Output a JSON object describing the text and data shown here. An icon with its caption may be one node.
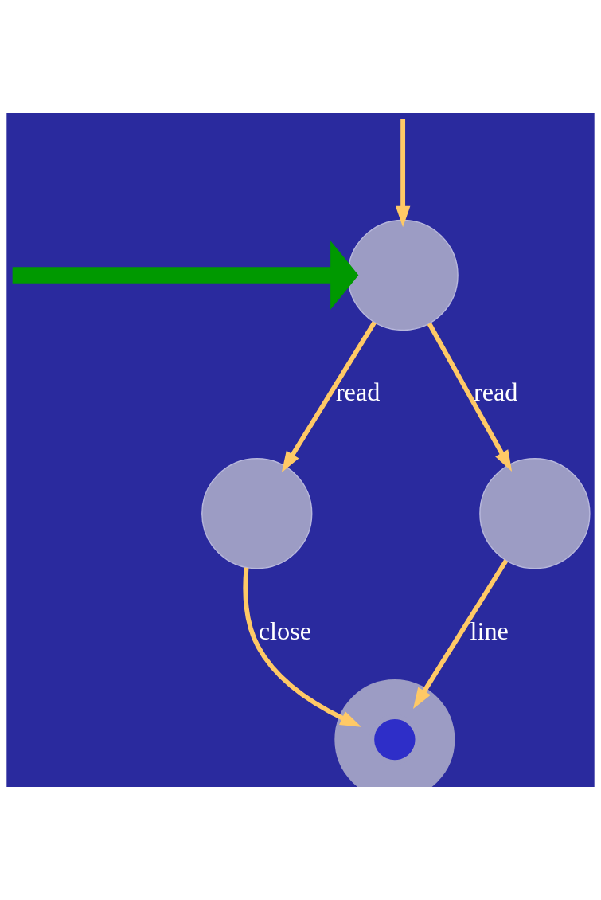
{
  "diagram": {
    "nodes": [
      {
        "text": [],
        "shape": "cylinder"
      },
      {
        "text": [],
        "shape": "cylinder"
      },
      {
        "text": [],
        "shape": "cylinder"
      },
      {
        "text": [],
        "shape": "ring"
      }
    ],
    "edges": [
      {
        "from": null,
        "to": 0,
        "arrow": "to",
        "style": "thick",
        "color": "#009900"
      },
      {
        "from": null,
        "to": 0,
        "arrow": "to"
      },
      {
        "from": 0,
        "to": 1,
        "arrow": "to",
        "label": "read"
      },
      {
        "from": 0,
        "to": 2,
        "arrow": "to",
        "label": "read"
      },
      {
        "from": 1,
        "to": 3,
        "arrow": "to",
        "label": "close"
      },
      {
        "from": 2,
        "to": 3,
        "arrow": "to",
        "label": "line"
      }
    ]
  }
}
